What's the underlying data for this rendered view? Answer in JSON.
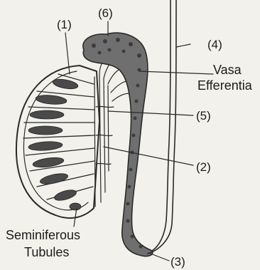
{
  "diagram": {
    "labels": {
      "l1": "(1)",
      "l6": "(6)",
      "l4": "(4)",
      "vasa_line1": "Vasa",
      "vasa_line2": "Efferentia",
      "l5": "(5)",
      "l2": "(2)",
      "l3": "(3)",
      "sem_line1": "Seminiferous",
      "sem_line2": "Tubules"
    }
  }
}
